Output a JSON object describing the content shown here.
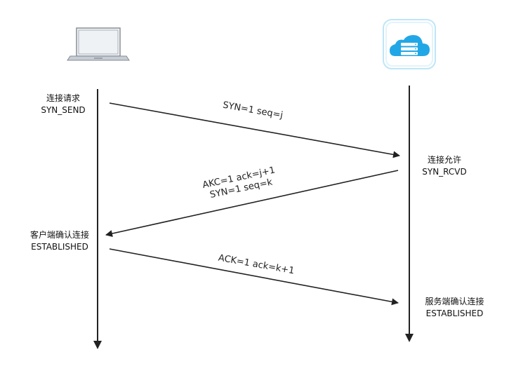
{
  "client": {
    "icon": "laptop-icon",
    "states": [
      {
        "line1": "连接请求",
        "line2": "SYN_SEND"
      },
      {
        "line1": "客户端确认连接",
        "line2": "ESTABLISHED"
      }
    ]
  },
  "server": {
    "icon": "cloud-server-icon",
    "icon_color": "#22a7e6",
    "states": [
      {
        "line1": "连接允许",
        "line2": "SYN_RCVD"
      },
      {
        "line1": "服务端确认连接",
        "line2": "ESTABLISHED"
      }
    ]
  },
  "messages": [
    {
      "line1": "SYN=1 seq=j"
    },
    {
      "line1": "AKC=1 ack=j+1",
      "line2": "SYN=1 seq=k"
    },
    {
      "line1": "ACK=1 ack=k+1"
    }
  ]
}
